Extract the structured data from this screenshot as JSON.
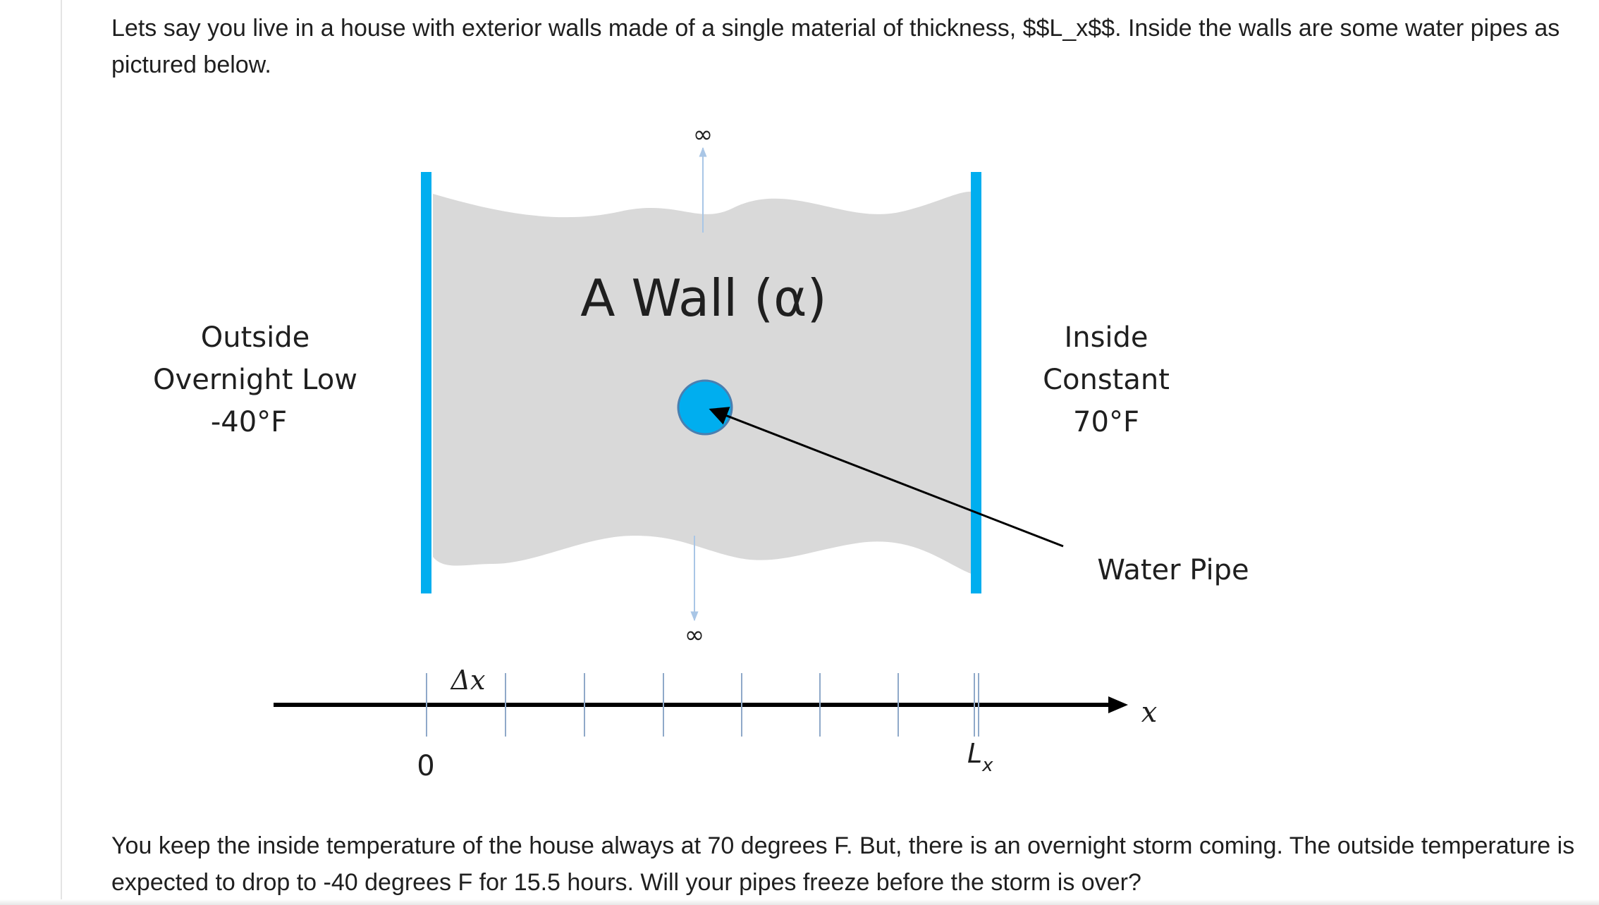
{
  "question": {
    "intro": "Lets say you live in a house with exterior walls made of a single material of thickness, $$L_x$$. Inside the walls are some water pipes as pictured below.",
    "followup": "You keep the inside temperature of the house always at 70 degrees F. But, there is an overnight storm coming. The outside temperature is expected to drop to -40 degrees F for 15.5 hours. Will your pipes freeze before the storm is over?"
  },
  "figure": {
    "wall_title": "A Wall (α)",
    "infinity": "∞",
    "outside_lines": [
      "Outside",
      "Overnight Low",
      "-40°F"
    ],
    "inside_lines": [
      "Inside",
      "Constant",
      "70°F"
    ],
    "pipe_label": "Water Pipe",
    "delta_x": "Δx",
    "axis_zero": "0",
    "axis_end_base": "L",
    "axis_end_sub": "x",
    "axis_var": "x"
  },
  "colors": {
    "wall_fill": "#d9d9d9",
    "boundary": "#00aeef",
    "pipe": "#00aeef",
    "grid_tick": "#8fa9c9",
    "text": "#1f1f1f"
  }
}
